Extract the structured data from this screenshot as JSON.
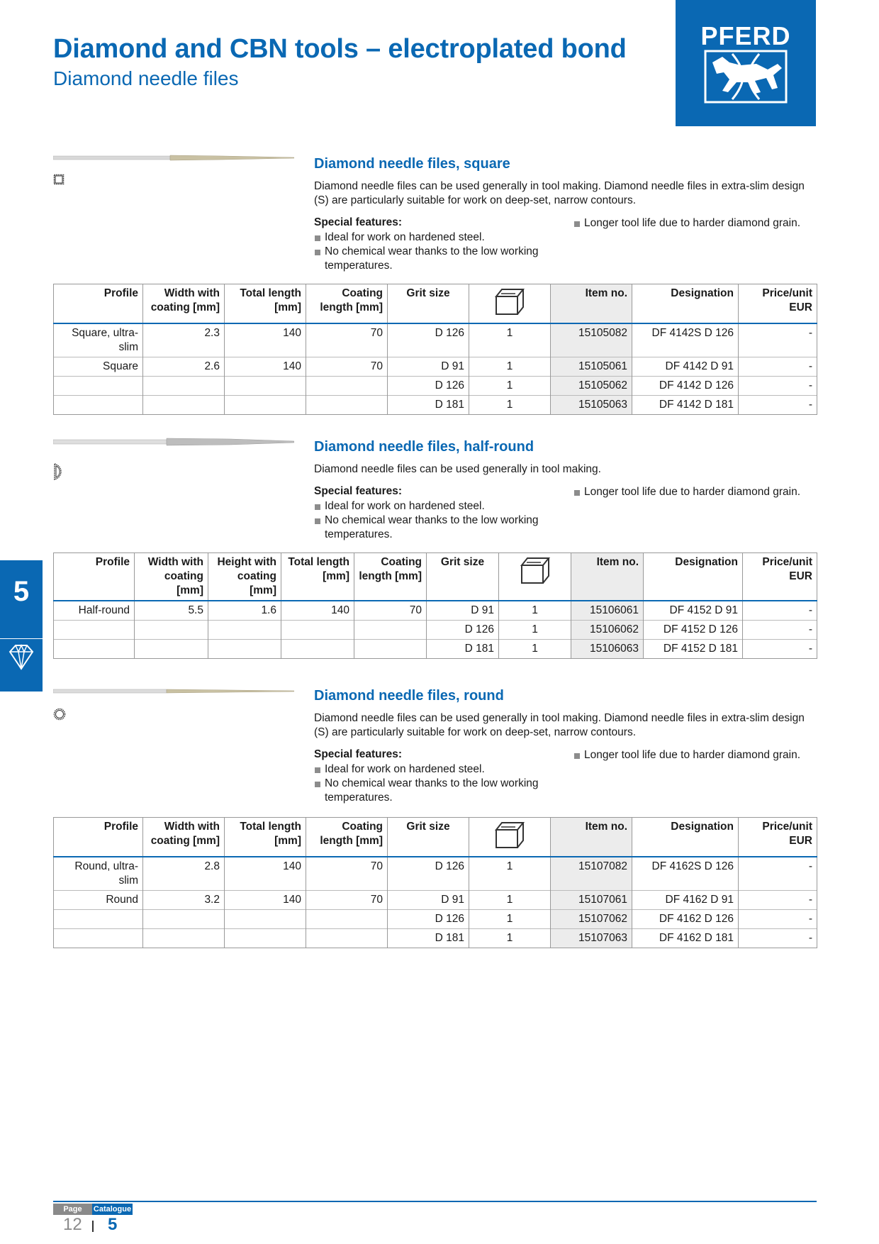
{
  "header": {
    "title": "Diamond and CBN tools – electroplated bond",
    "subtitle": "Diamond needle files",
    "logo_text": "PFERD",
    "brand_color": "#0a68b3"
  },
  "side_tab": {
    "number": "5",
    "icon": "diamond-icon"
  },
  "common": {
    "features_heading": "Special features:",
    "features_left": [
      "Ideal for work on hardened steel.",
      "No chemical wear thanks to the low working temperatures."
    ],
    "features_right": [
      "Longer tool life due to harder diamond grain."
    ],
    "pack_icon": "box-icon"
  },
  "sections": [
    {
      "title": "Diamond needle files, square",
      "description": "Diamond needle files can be used generally in tool making. Diamond needle files in extra-slim design (S) are particularly suitable for work on deep-set, narrow contours.",
      "profile_icon": "square-profile-icon",
      "headers": [
        "Profile",
        "Width with coating [mm]",
        "Total length [mm]",
        "Coating length [mm]",
        "Grit size",
        "",
        "Item no.",
        "Designation",
        "Price/unit EUR"
      ],
      "rows": [
        {
          "profile": "Square, ultra-slim",
          "width": "2.3",
          "total_length": "140",
          "coating_length": "70",
          "grit": "D 126",
          "pack": "1",
          "item": "15105082",
          "designation": "DF 4142S D 126",
          "price": "-"
        },
        {
          "profile": "Square",
          "width": "2.6",
          "total_length": "140",
          "coating_length": "70",
          "grit": "D 91",
          "pack": "1",
          "item": "15105061",
          "designation": "DF 4142 D 91",
          "price": "-"
        },
        {
          "profile": "",
          "width": "",
          "total_length": "",
          "coating_length": "",
          "grit": "D 126",
          "pack": "1",
          "item": "15105062",
          "designation": "DF 4142 D 126",
          "price": "-"
        },
        {
          "profile": "",
          "width": "",
          "total_length": "",
          "coating_length": "",
          "grit": "D 181",
          "pack": "1",
          "item": "15105063",
          "designation": "DF 4142 D 181",
          "price": "-"
        }
      ]
    },
    {
      "title": "Diamond needle files, half-round",
      "description": "Diamond needle files can be used generally in tool making.",
      "profile_icon": "half-round-profile-icon",
      "headers": [
        "Profile",
        "Width with coating [mm]",
        "Height with coating [mm]",
        "Total length [mm]",
        "Coating length [mm]",
        "Grit size",
        "",
        "Item no.",
        "Designation",
        "Price/unit EUR"
      ],
      "rows": [
        {
          "profile": "Half-round",
          "width": "5.5",
          "height": "1.6",
          "total_length": "140",
          "coating_length": "70",
          "grit": "D 91",
          "pack": "1",
          "item": "15106061",
          "designation": "DF 4152 D 91",
          "price": "-"
        },
        {
          "profile": "",
          "width": "",
          "height": "",
          "total_length": "",
          "coating_length": "",
          "grit": "D 126",
          "pack": "1",
          "item": "15106062",
          "designation": "DF 4152 D 126",
          "price": "-"
        },
        {
          "profile": "",
          "width": "",
          "height": "",
          "total_length": "",
          "coating_length": "",
          "grit": "D 181",
          "pack": "1",
          "item": "15106063",
          "designation": "DF 4152 D 181",
          "price": "-"
        }
      ]
    },
    {
      "title": "Diamond needle files, round",
      "description": "Diamond needle files can be used generally in tool making. Diamond needle files in extra-slim design (S) are particularly suitable for work on deep-set, narrow contours.",
      "profile_icon": "round-profile-icon",
      "headers": [
        "Profile",
        "Width with coating [mm]",
        "Total length [mm]",
        "Coating length [mm]",
        "Grit size",
        "",
        "Item no.",
        "Designation",
        "Price/unit EUR"
      ],
      "rows": [
        {
          "profile": "Round, ultra-slim",
          "width": "2.8",
          "total_length": "140",
          "coating_length": "70",
          "grit": "D 126",
          "pack": "1",
          "item": "15107082",
          "designation": "DF 4162S D 126",
          "price": "-"
        },
        {
          "profile": "Round",
          "width": "3.2",
          "total_length": "140",
          "coating_length": "70",
          "grit": "D 91",
          "pack": "1",
          "item": "15107061",
          "designation": "DF 4162 D 91",
          "price": "-"
        },
        {
          "profile": "",
          "width": "",
          "total_length": "",
          "coating_length": "",
          "grit": "D 126",
          "pack": "1",
          "item": "15107062",
          "designation": "DF 4162 D 126",
          "price": "-"
        },
        {
          "profile": "",
          "width": "",
          "total_length": "",
          "coating_length": "",
          "grit": "D 181",
          "pack": "1",
          "item": "15107063",
          "designation": "DF 4162 D 181",
          "price": "-"
        }
      ]
    }
  ],
  "footer": {
    "page_label": "Page",
    "catalogue_label": "Catalogue",
    "page_number": "12",
    "catalogue_number": "5"
  }
}
